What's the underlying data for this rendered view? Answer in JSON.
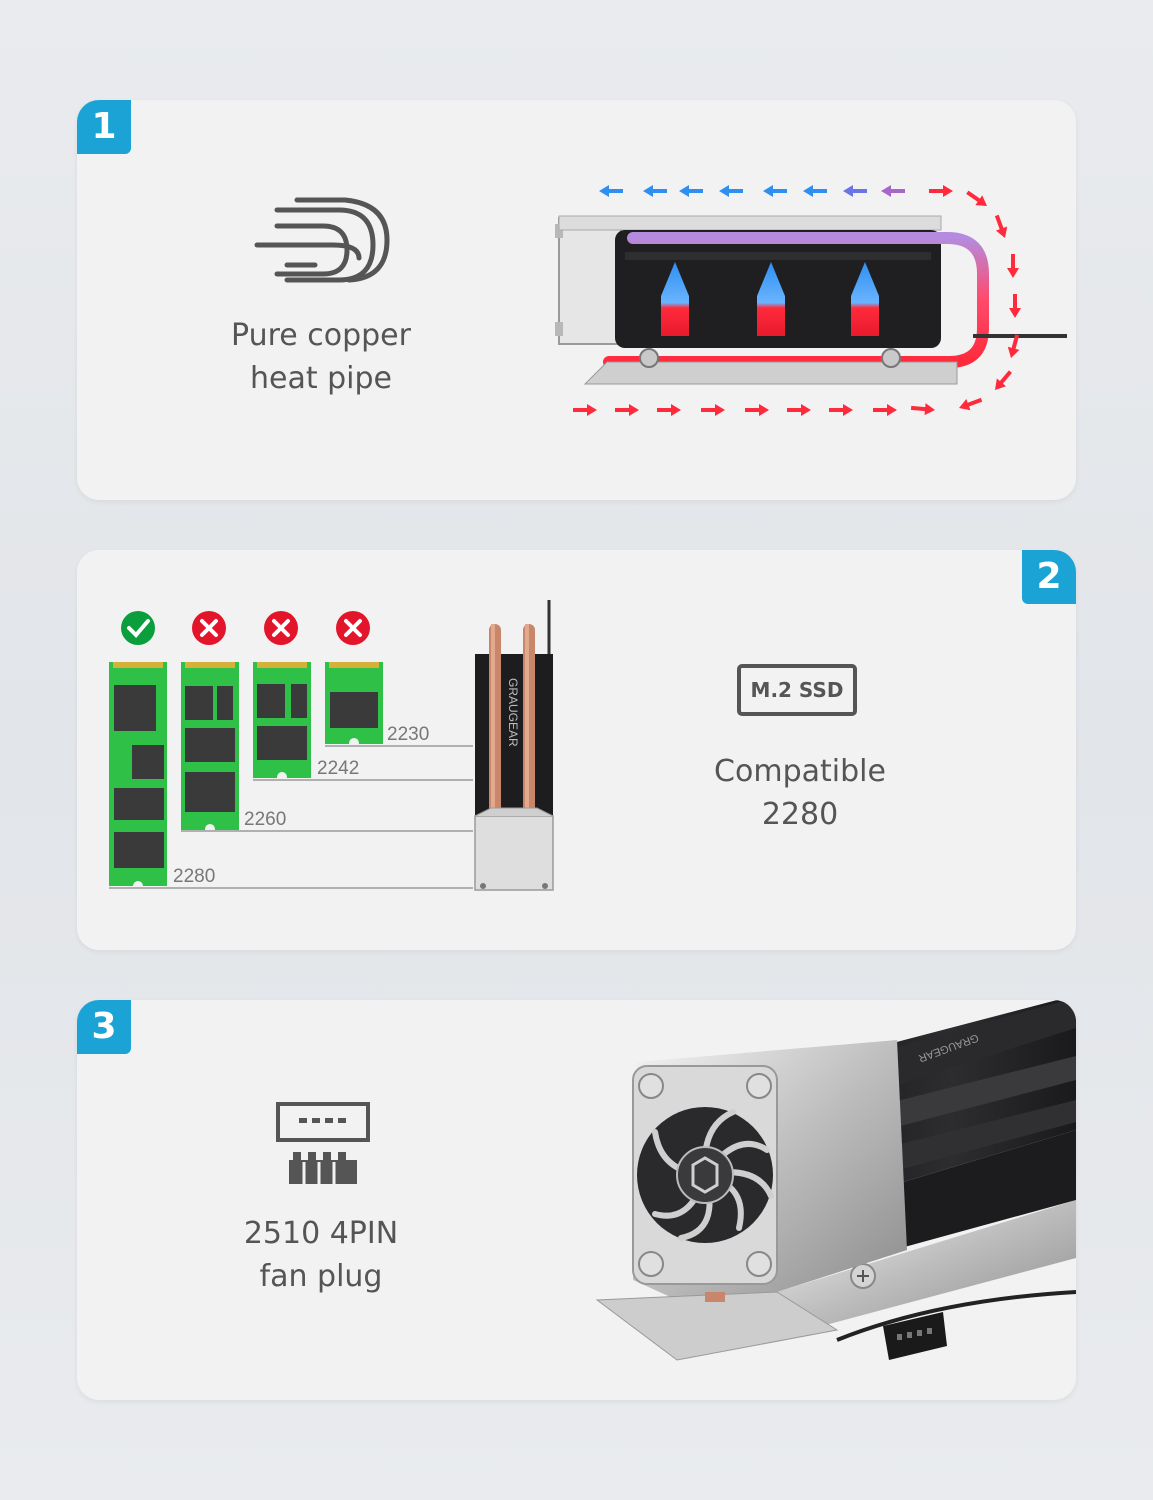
{
  "panels": [
    {
      "number": "1",
      "icon": "heat-pipe-icon",
      "caption_lines": [
        "Pure copper",
        "heat pipe"
      ]
    },
    {
      "number": "2",
      "icon": "m2-ssd-icon",
      "icon_text": "M.2 SSD",
      "caption_lines": [
        "Compatible",
        "2280"
      ],
      "ssd_sizes": [
        {
          "label": "2280",
          "status": "compatible"
        },
        {
          "label": "2260",
          "status": "incompatible"
        },
        {
          "label": "2242",
          "status": "incompatible"
        },
        {
          "label": "2230",
          "status": "incompatible"
        }
      ],
      "heatsink_brand": "GRAUGEAR"
    },
    {
      "number": "3",
      "icon": "fan-connector-icon",
      "caption_lines": [
        "2510 4PIN",
        "fan plug"
      ],
      "product_brand": "GRAUGEAR"
    }
  ],
  "colors": {
    "accent": "#1ca3d6",
    "hot": "#ff2a3c",
    "cold": "#2f8ff0",
    "pcb": "#2ec047",
    "check": "#0a9e3c",
    "cross": "#e3152b"
  }
}
